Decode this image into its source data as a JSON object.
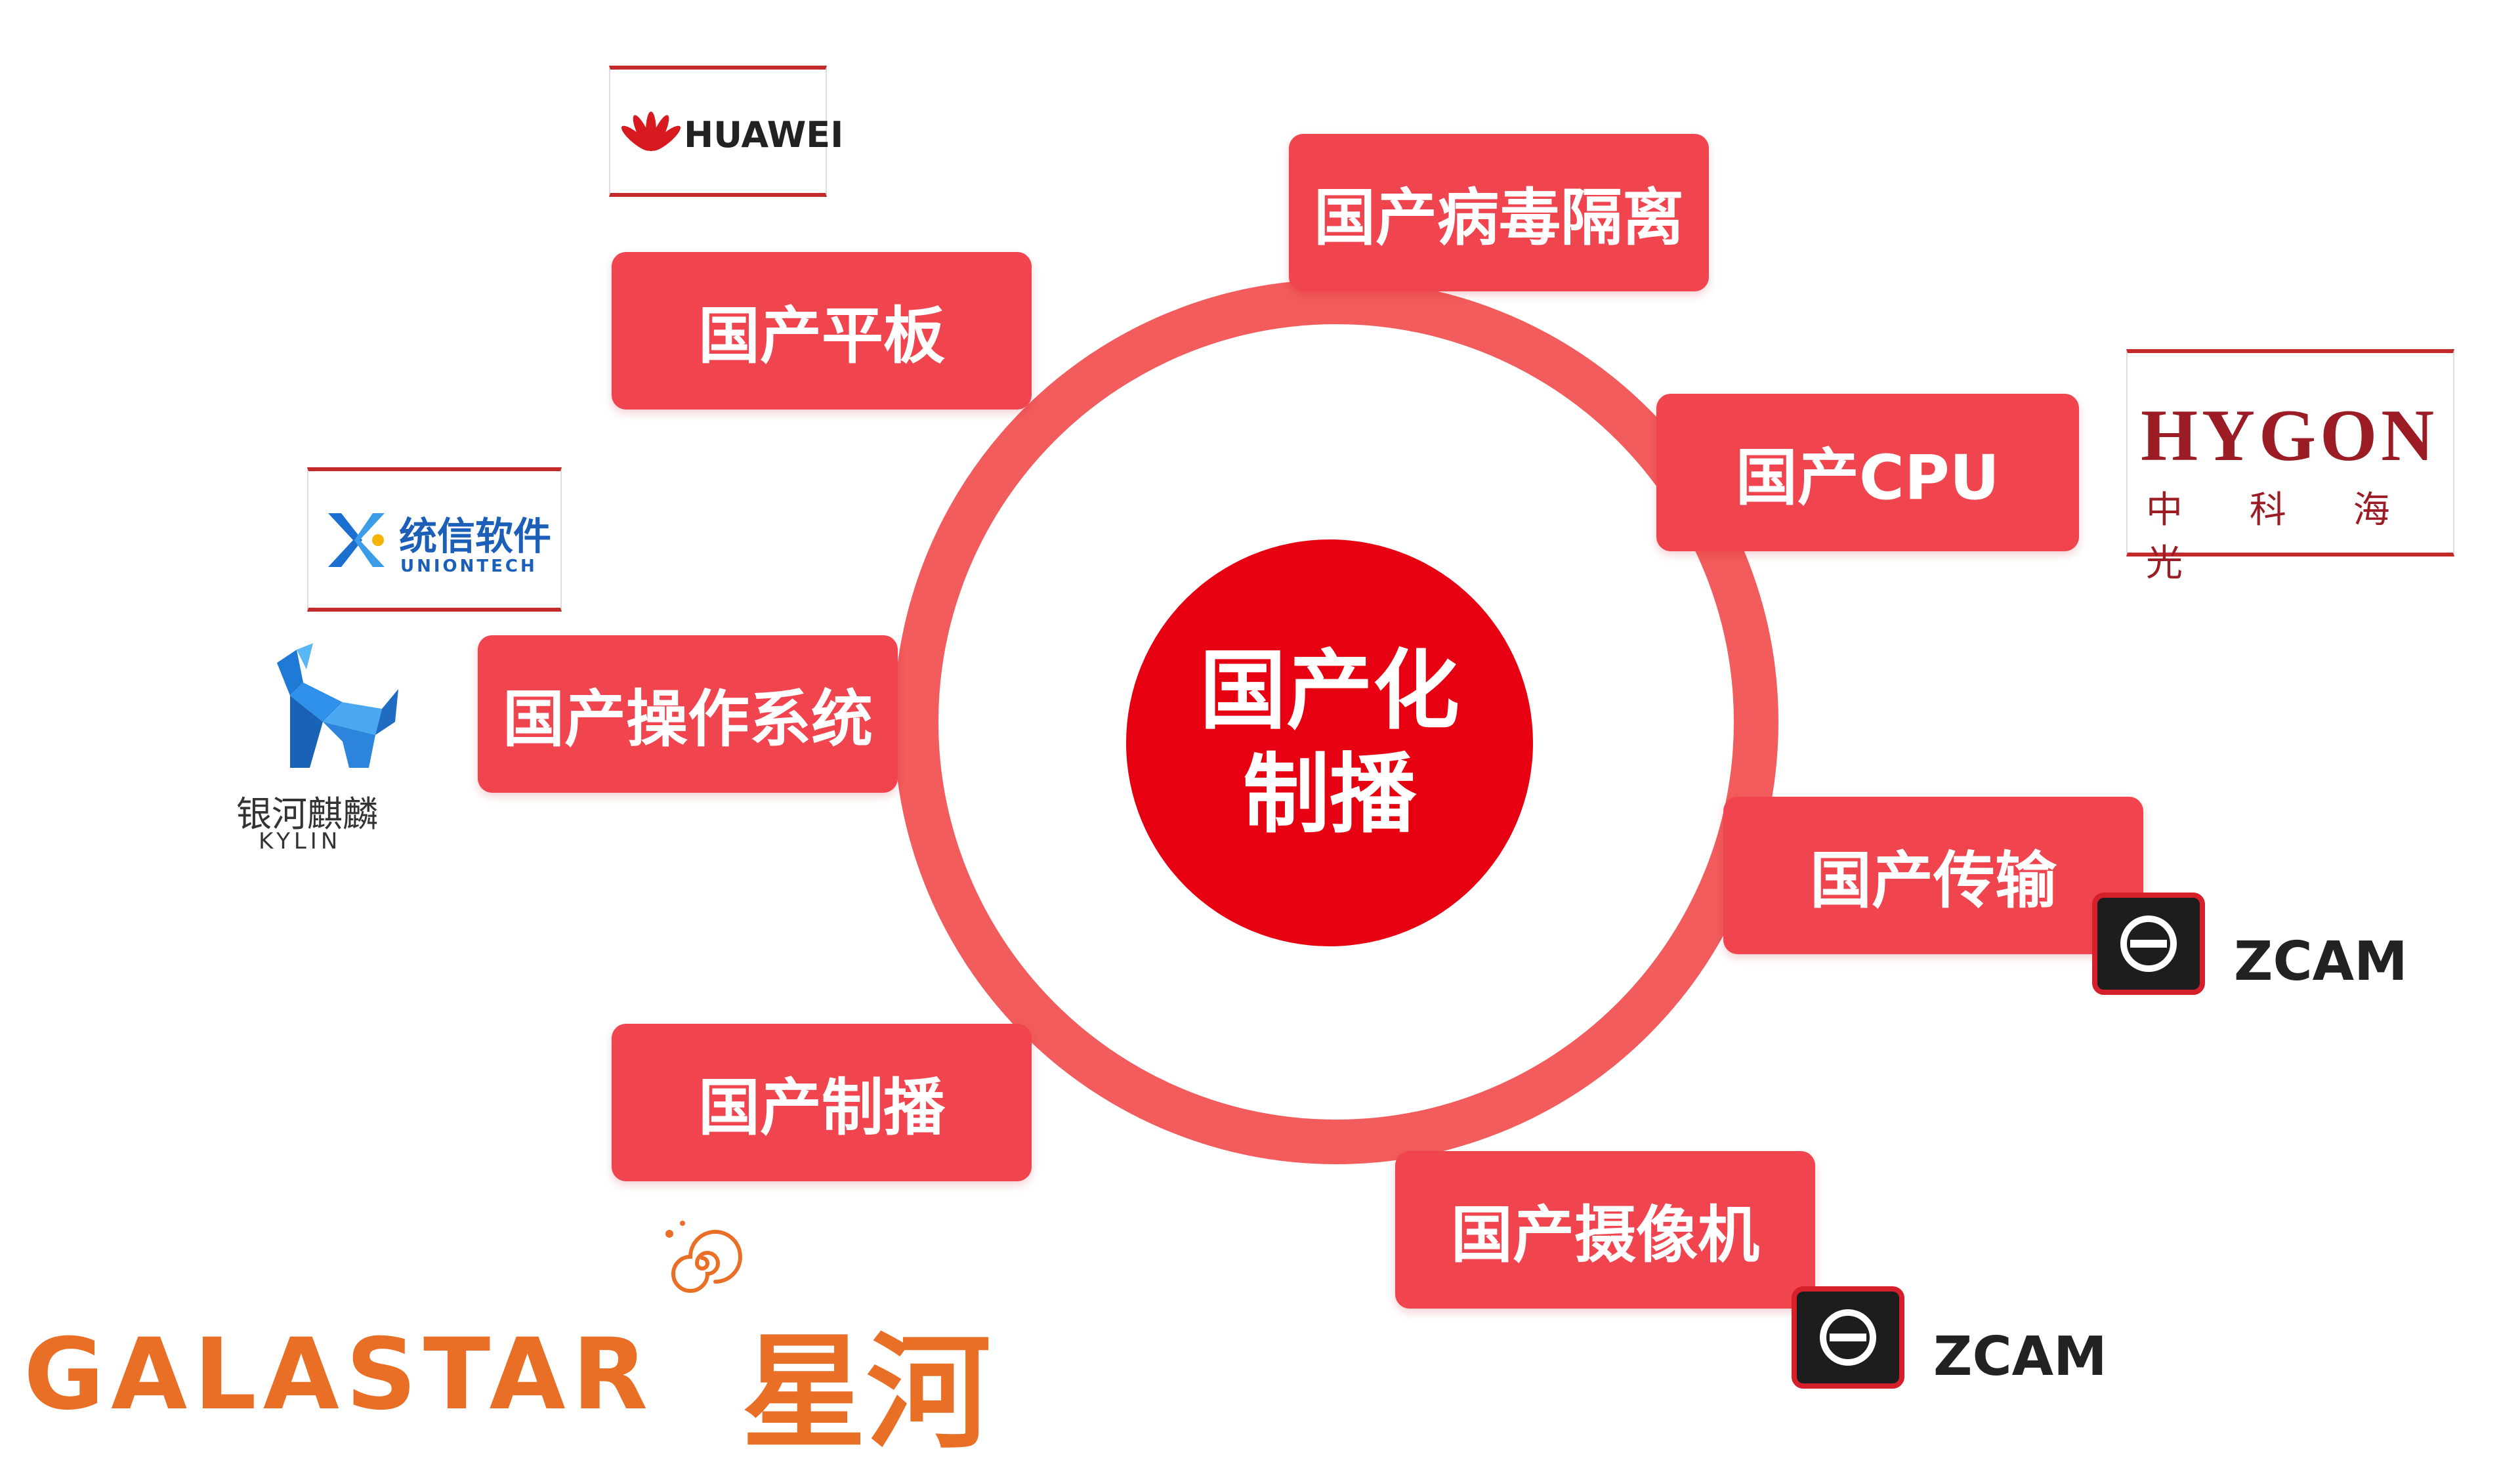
{
  "hub": {
    "line1": "国产化",
    "line2": "制播"
  },
  "nodes": {
    "virus": "国产病毒隔离",
    "tablet": "国产平板",
    "cpu": "国产CPU",
    "os": "国产操作系统",
    "transmission": "国产传输",
    "broadcast": "国产制播",
    "camera": "国产摄像机"
  },
  "logos": {
    "huawei": "HUAWEI",
    "uniontech_cn": "统信软件",
    "uniontech_en": "UNIONTECH",
    "kylin_cn": "银河麒麟",
    "kylin_en": "KYLIN",
    "hygon_en": "HYGON",
    "hygon_cn": "中 科 海 光",
    "zcam": "ZCAM"
  },
  "brand": {
    "latin": "GALASTAR",
    "chinese": "星河"
  },
  "colors": {
    "ring": "#f25c5c",
    "hub": "#e60012",
    "node": "#f0454f",
    "brand": "#e96f26",
    "logo_border": "#c32a2a"
  }
}
